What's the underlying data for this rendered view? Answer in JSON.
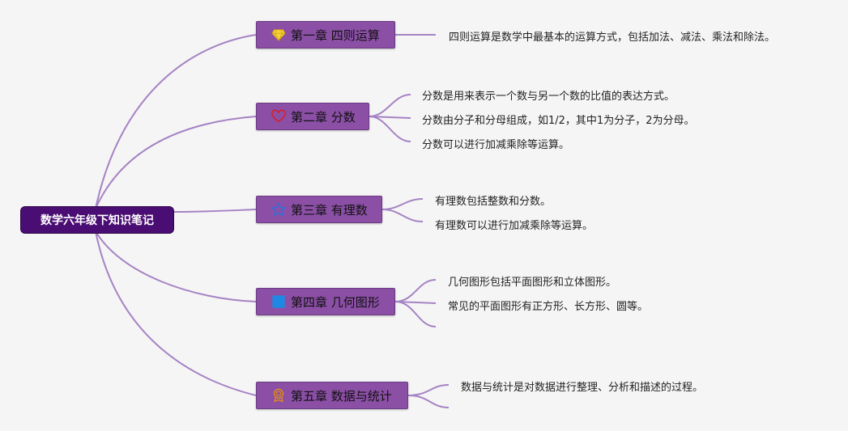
{
  "root": {
    "label": "数学六年级下知识笔记"
  },
  "chapters": [
    {
      "title": "第一章 四则运算",
      "icon": "diamond-icon",
      "notes": [
        "四则运算是数学中最基本的运算方式，包括加法、减法、乘法和除法。"
      ]
    },
    {
      "title": "第二章 分数",
      "icon": "heart-icon",
      "notes": [
        "分数是用来表示一个数与另一个数的比值的表达方式。",
        "分数由分子和分母组成，如1/2，其中1为分子，2为分母。",
        "分数可以进行加减乘除等运算。"
      ]
    },
    {
      "title": "第三章 有理数",
      "icon": "star-icon",
      "notes": [
        "有理数包括整数和分数。",
        "有理数可以进行加减乘除等运算。"
      ]
    },
    {
      "title": "第四章 几何图形",
      "icon": "square-icon",
      "notes": [
        "几何图形包括平面图形和立体图形。",
        "常见的平面图形有正方形、长方形、圆等。",
        ""
      ]
    },
    {
      "title": "第五章 数据与统计",
      "icon": "award-icon",
      "notes": [
        "数据与统计是对数据进行整理、分析和描述的过程。",
        ""
      ]
    }
  ],
  "colors": {
    "line": "#a583c4",
    "root_bg": "#4a0d73",
    "chapter_bg": "#8b4fa6"
  }
}
